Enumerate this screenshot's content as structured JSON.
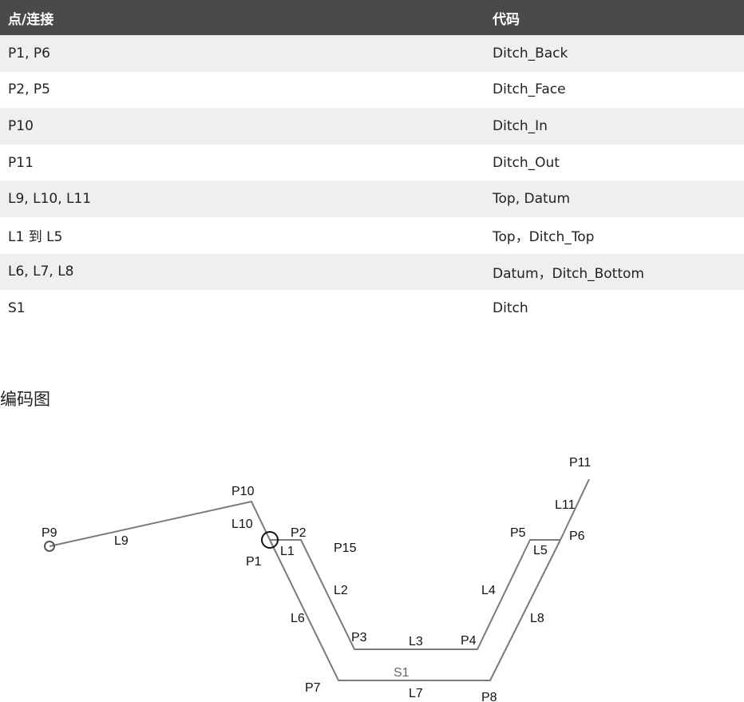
{
  "table": {
    "headers": [
      "点/连接",
      "代码"
    ],
    "rows": [
      {
        "item": "P1, P6",
        "code": "Ditch_Back"
      },
      {
        "item": "P2, P5",
        "code": "Ditch_Face"
      },
      {
        "item": "P10",
        "code": "Ditch_In"
      },
      {
        "item": "P11",
        "code": "Ditch_Out"
      },
      {
        "item": "L9, L10, L11",
        "code": "Top, Datum"
      },
      {
        "item": "L1 到 L5",
        "code": "Top，Ditch_Top"
      },
      {
        "item": "L6, L7, L8",
        "code": "Datum，Ditch_Bottom"
      },
      {
        "item": "S1",
        "code": "Ditch"
      }
    ]
  },
  "section_title": "编码图",
  "diagram": {
    "point_labels": [
      "P9",
      "P10",
      "P1",
      "P2",
      "P15",
      "P3",
      "P4",
      "P5",
      "P6",
      "P11",
      "P7",
      "P8"
    ],
    "link_labels": [
      "L9",
      "L10",
      "L1",
      "L2",
      "L3",
      "L4",
      "L5",
      "L11",
      "L6",
      "L7",
      "L8"
    ],
    "shape_labels": [
      "S1"
    ],
    "line_color": "#7a7a7a"
  }
}
